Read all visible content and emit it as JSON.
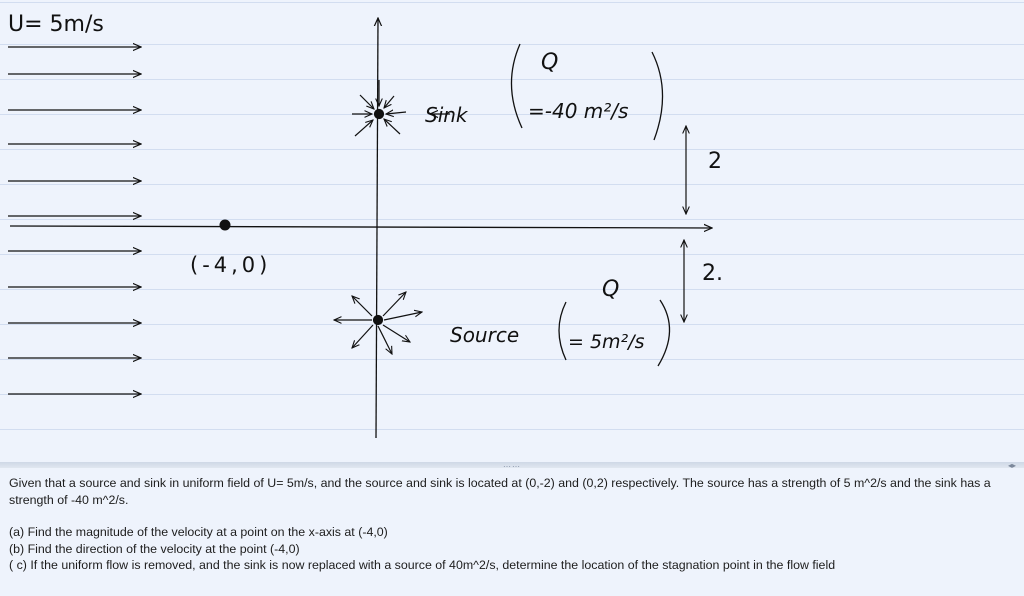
{
  "drawing": {
    "freestream_label": "U= 5m/s",
    "sink_word": "Sink",
    "sink_q_label": "Q",
    "sink_strength": "=-40 m²/s",
    "distance_upper": "2",
    "distance_lower": "2.",
    "point_label": "(-4,0)",
    "source_word": "Source",
    "source_q_label": "Q",
    "source_strength": "= 5m²/s"
  },
  "problem": {
    "intro": "Given that a source and sink in uniform field of U= 5m/s, and the source and sink is located at (0,-2) and (0,2) respectively. The source has a strength of 5 m^2/s and the sink has a strength of -40 m^2/s.",
    "part_a": "(a) Find the magnitude of the velocity at a point on the x-axis at (-4,0)",
    "part_b": "(b) Find the direction of the velocity at the point (-4,0)",
    "part_c": "( c) If the uniform flow is removed, and the sink is now replaced with a source of 40m^2/s, determine the location of the stagnation point in the flow field"
  },
  "ui": {
    "grip_glyph": "……",
    "expand_glyph": "◂▸"
  }
}
